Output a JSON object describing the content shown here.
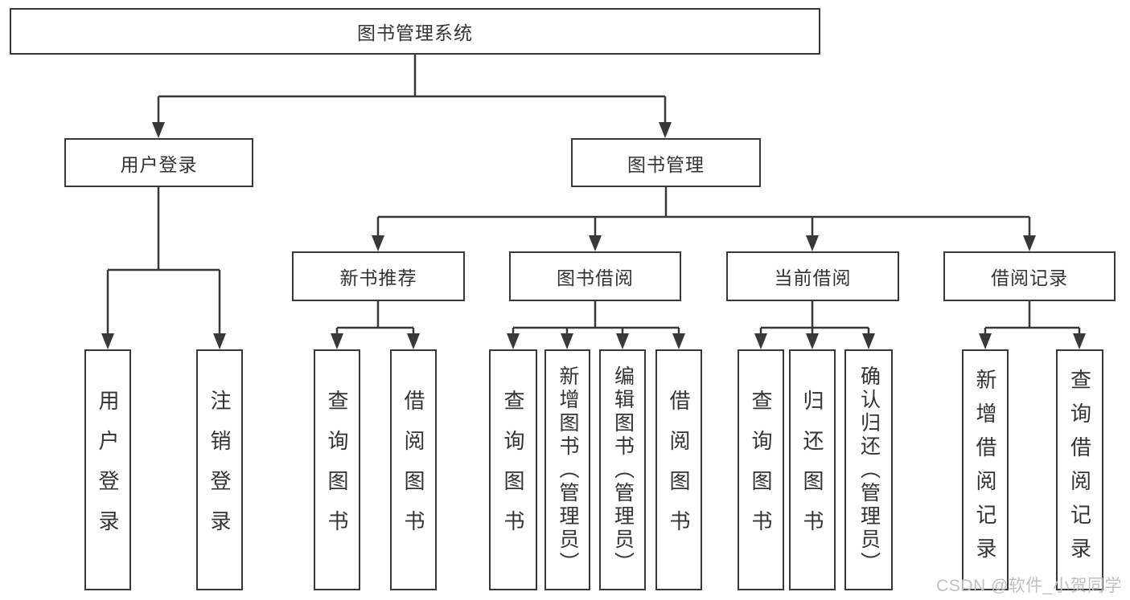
{
  "diagram": {
    "root": "图书管理系统",
    "level2": {
      "user_login": "用户登录",
      "book_mgmt": "图书管理"
    },
    "level3": {
      "new_books": "新书推荐",
      "book_borrow": "图书借阅",
      "current_borrow": "当前借阅",
      "borrow_records": "借阅记录"
    },
    "leaves": {
      "user_login": [
        "用户登录",
        "注销登录"
      ],
      "new_books": [
        "查询图书",
        "借阅图书"
      ],
      "book_borrow": [
        "查询图书",
        "新增图书（管理员）",
        "编辑图书（管理员）",
        "借阅图书"
      ],
      "current_borrow": [
        "查询图书",
        "归还图书",
        "确认归还（管理员）"
      ],
      "borrow_records": [
        "新增借阅记录",
        "查询借阅记录"
      ]
    }
  },
  "watermark": {
    "text": "CSDN @软件_小贺同学",
    "color": "#bfbfbf"
  },
  "colors": {
    "line": "#383838",
    "text": "#333333",
    "box_background": "#ffffff",
    "page_background": "#ffffff"
  }
}
